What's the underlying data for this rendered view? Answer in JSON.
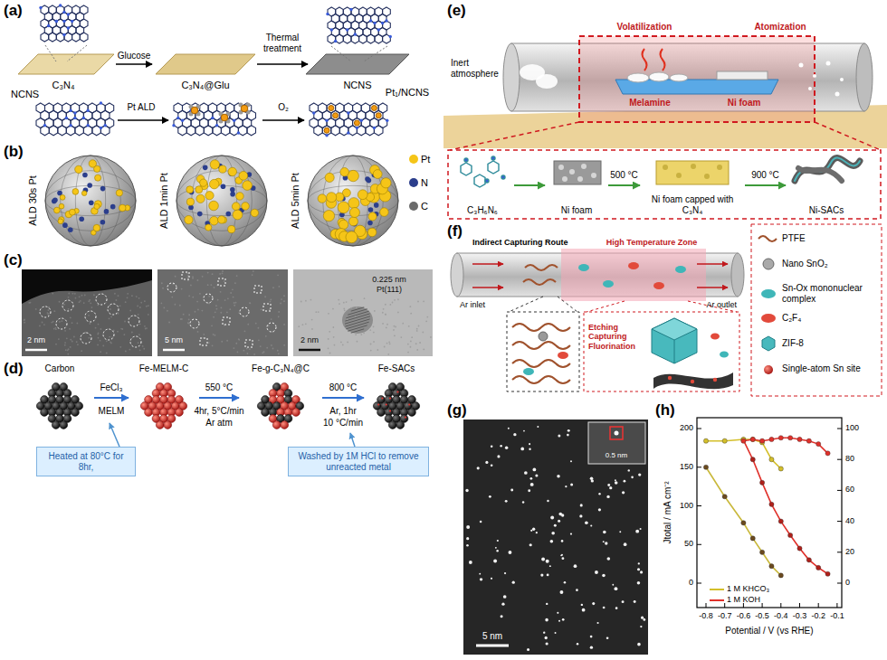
{
  "diagram": {
    "nodes": [
      {
        "text": [
          "Carbon"
        ]
      },
      {
        "text": [
          "Fe-MELM-C"
        ]
      },
      {
        "text": [
          "Fe-g-C₃N₄@C"
        ]
      },
      {
        "text": [
          "Fe-SACs"
        ]
      },
      {
        "text": [
          "Heated at 80°C for 8hr,"
        ]
      },
      {
        "text": [
          "Washed by 1M HCl to remove unreacted metal"
        ]
      },
      {
        "text": [
          "C₃H₆N₆"
        ]
      },
      {
        "text": [
          "Ni foam"
        ]
      },
      {
        "text": [
          "Ni foam capped with C₃N₄"
        ]
      },
      {
        "text": [
          "Ni-SACs"
        ]
      }
    ],
    "edges": [
      {
        "from": 0,
        "to": 1,
        "arrow": "to",
        "label": "FeCl₃"
      },
      {
        "from": 1,
        "to": 2,
        "arrow": "to",
        "label": "550 °C"
      },
      {
        "from": 2,
        "to": 3,
        "arrow": "to",
        "label": "800 °C"
      },
      {
        "from": 6,
        "to": 7,
        "arrow": "to"
      },
      {
        "from": 7,
        "to": 8,
        "arrow": "to",
        "label": "500 °C"
      },
      {
        "from": 8,
        "to": 9,
        "arrow": "to",
        "label": "900 °C"
      }
    ],
    "labels": [
      "(a)",
      "C₃N₄",
      "Glucose",
      "C₃N₄@Glu",
      "Thermal treatment",
      "NCNS",
      "NCNS",
      "Pt ALD",
      "O₂",
      "Pt₁/NCNS",
      "(b)",
      "ALD 30s Pt",
      "ALD 1min Pt",
      "ALD 5min Pt",
      "(c)",
      "2 nm",
      "5 nm",
      "0.225 nm",
      "Pt(111)",
      "2 nm",
      "(d)",
      "MELM",
      "4hr, 5°C/min",
      "Ar atm",
      "Ar, 1hr",
      "10 °C/min",
      "(e)",
      "Inert atmosphere",
      "Volatilization",
      "Atomization",
      "Melamine",
      "Ni foam",
      "(f)",
      "Indirect Capturing Route",
      "High Temperature Zone",
      "Ar inlet",
      "Ar outlet",
      "Etching Capturing Fluorination",
      "(g)",
      "5 nm",
      "0.5 nm",
      "(h)",
      "Jtotal / mA cm⁻²",
      "Potential / V (vs RHE)",
      "0",
      "50",
      "100",
      "150",
      "200",
      "0",
      "20",
      "40",
      "60",
      "80",
      "100",
      "-0.8",
      "-0.7",
      "-0.6",
      "-0.5",
      "-0.4",
      "-0.3",
      "-0.2",
      "-0.1"
    ],
    "legend": [
      {
        "text": "Pt",
        "color": "#f5c518"
      },
      {
        "text": "N",
        "color": "#2b3e8c"
      },
      {
        "text": "C",
        "color": "#6b6b6b"
      },
      {
        "text": "PTFE"
      },
      {
        "text": "Nano SnO₂"
      },
      {
        "text": "Sn-Ox mononuclear complex"
      },
      {
        "text": "C₂F₄"
      },
      {
        "text": "ZIF-8"
      },
      {
        "text": "Single-atom Sn site"
      },
      {
        "text": "1 M KHCO₃"
      },
      {
        "text": "1 M KOH"
      }
    ]
  }
}
